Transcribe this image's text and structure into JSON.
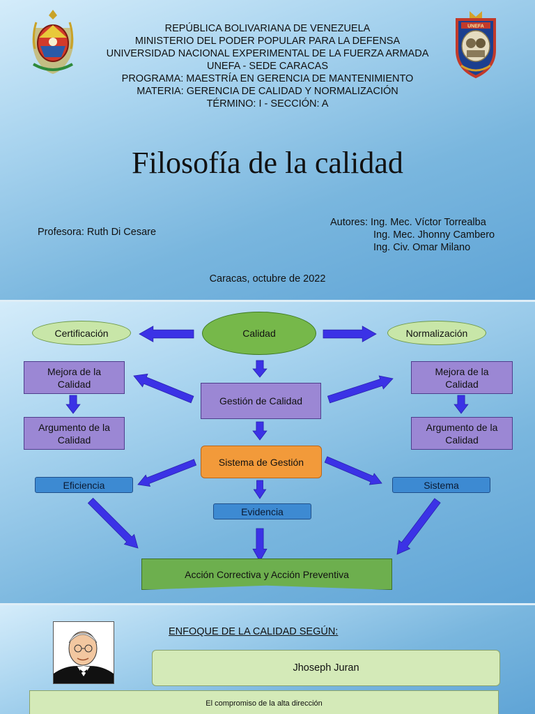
{
  "slide1": {
    "header_lines": [
      "REPÚBLICA BOLIVARIANA DE VENEZUELA",
      "MINISTERIO DEL PODER POPULAR PARA LA DEFENSA",
      "UNIVERSIDAD NACIONAL EXPERIMENTAL DE LA FUERZA ARMADA",
      "UNEFA - SEDE CARACAS",
      "PROGRAMA: MAESTRÍA EN GERENCIA DE MANTENIMIENTO",
      "MATERIA: GERENCIA DE CALIDAD Y NORMALIZACIÓN",
      "TÉRMINO: I - SECCIÓN: A"
    ],
    "title": "Filosofía de la calidad",
    "profesora": "Profesora: Ruth Di Cesare",
    "autores": [
      "Autores: Ing. Mec. Víctor Torrealba",
      "Ing. Mec. Jhonny Cambero",
      "Ing. Civ. Omar Milano"
    ],
    "place_date": "Caracas, octubre de 2022",
    "crest_right_text": "UNEFA"
  },
  "diagram": {
    "calidad": "Calidad",
    "certificacion": "Certificación",
    "normalizacion": "Normalización",
    "mejora_left": "Mejora de la Calidad",
    "mejora_right": "Mejora de la Calidad",
    "gestion": "Gestión de Calidad",
    "argumento_left": "Argumento de la Calidad",
    "argumento_right": "Argumento de la Calidad",
    "sistema_gestion": "Sistema de Gestión",
    "eficiencia": "Eficiencia",
    "sistema": "Sistema",
    "evidencia": "Evidencia",
    "accion": "Acción Correctiva y Acción Preventiva",
    "arrow_color": "#3b32e6"
  },
  "slide3": {
    "enfoque": "ENFOQUE DE LA CALIDAD SEGÚN:",
    "juran": "Jhoseph Juran",
    "compromiso": "El compromiso de la alta dirección"
  }
}
